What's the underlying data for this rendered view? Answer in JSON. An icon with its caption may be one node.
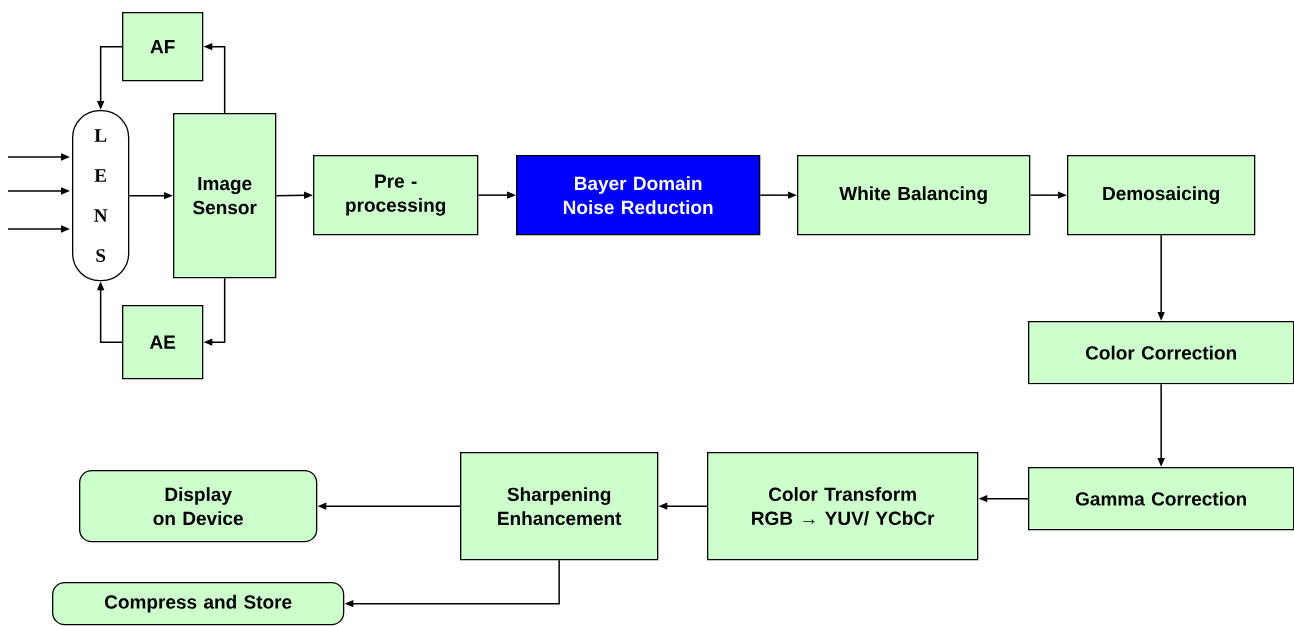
{
  "diagram": {
    "nodes": [
      {
        "text": [
          "L E N S"
        ]
      },
      {
        "text": [
          "AF"
        ]
      },
      {
        "text": [
          "Image Sensor"
        ]
      },
      {
        "text": [
          "AE"
        ]
      },
      {
        "text": [
          "Pre - processing"
        ]
      },
      {
        "text": [
          "Bayer Domain Noise Reduction"
        ]
      },
      {
        "text": [
          "White Balancing"
        ]
      },
      {
        "text": [
          "Demosaicing"
        ]
      },
      {
        "text": [
          "Color Correction"
        ]
      },
      {
        "text": [
          "Gamma Correction"
        ]
      },
      {
        "text": [
          "Color Transform",
          "RGB → YUV/ YCbCr"
        ]
      },
      {
        "text": [
          "Sharpening Enhancement"
        ]
      },
      {
        "text": [
          "Display on Device"
        ]
      },
      {
        "text": [
          "Compress and Store"
        ]
      }
    ],
    "edges": [
      {
        "from": null,
        "to": 0,
        "arrow": "to"
      },
      {
        "from": null,
        "to": 0,
        "arrow": "to"
      },
      {
        "from": null,
        "to": 0,
        "arrow": "to"
      },
      {
        "from": 1,
        "to": 0,
        "arrow": "to"
      },
      {
        "from": 2,
        "to": 1,
        "arrow": "to"
      },
      {
        "from": 2,
        "to": 3,
        "arrow": "to"
      },
      {
        "from": 3,
        "to": 0,
        "arrow": "to"
      },
      {
        "from": 0,
        "to": 2,
        "arrow": "to"
      },
      {
        "from": 2,
        "to": 4,
        "arrow": "to"
      },
      {
        "from": 4,
        "to": 5,
        "arrow": "to"
      },
      {
        "from": 5,
        "to": 6,
        "arrow": "to"
      },
      {
        "from": 6,
        "to": 7,
        "arrow": "to"
      },
      {
        "from": 7,
        "to": 8,
        "arrow": "to"
      },
      {
        "from": 8,
        "to": 9,
        "arrow": "to"
      },
      {
        "from": 9,
        "to": 10,
        "arrow": "to"
      },
      {
        "from": 10,
        "to": 11,
        "arrow": "to"
      },
      {
        "from": 11,
        "to": 12,
        "arrow": "to"
      },
      {
        "from": 11,
        "to": 13,
        "arrow": "to"
      }
    ]
  }
}
